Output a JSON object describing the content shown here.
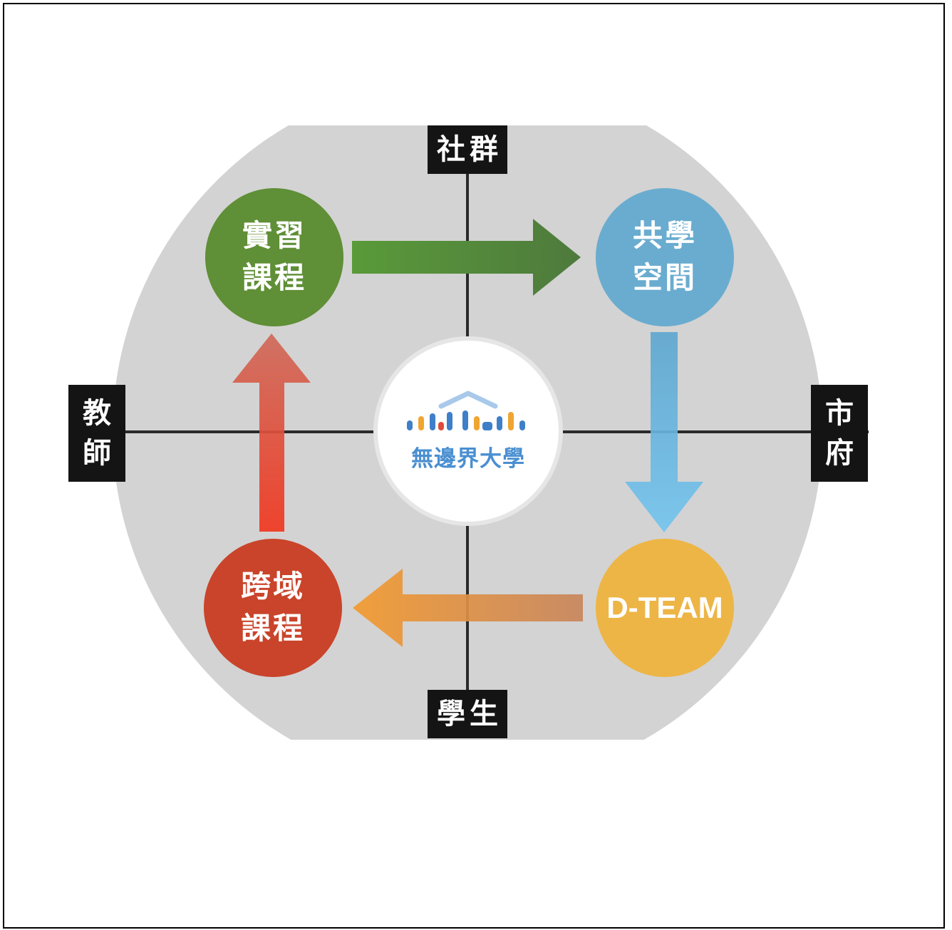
{
  "diagram": {
    "axis_labels": {
      "top": "社群",
      "bottom": "學生",
      "left": [
        "教",
        "師"
      ],
      "right": [
        "市",
        "府"
      ]
    },
    "nodes": {
      "internship": {
        "lines": [
          "實習",
          "課程"
        ],
        "color": "#5f8f36"
      },
      "colearning": {
        "lines": [
          "共學",
          "空間"
        ],
        "color": "#6aaccf"
      },
      "dteam": {
        "text": "D-TEAM",
        "color": "#edb546"
      },
      "crossdomain": {
        "lines": [
          "跨域",
          "課程"
        ],
        "color": "#c9442a"
      }
    },
    "center": {
      "name": "無邊界大學",
      "icon": "borderless-university-logo-icon"
    },
    "colors": {
      "background_circle": "#d3d3d3",
      "axis_line": "#2a2a2a",
      "arrow_green": "#5b8b3e",
      "arrow_blue": "#6ab4dc",
      "arrow_orange": "#e0913e",
      "arrow_red": "#e8472a"
    }
  }
}
